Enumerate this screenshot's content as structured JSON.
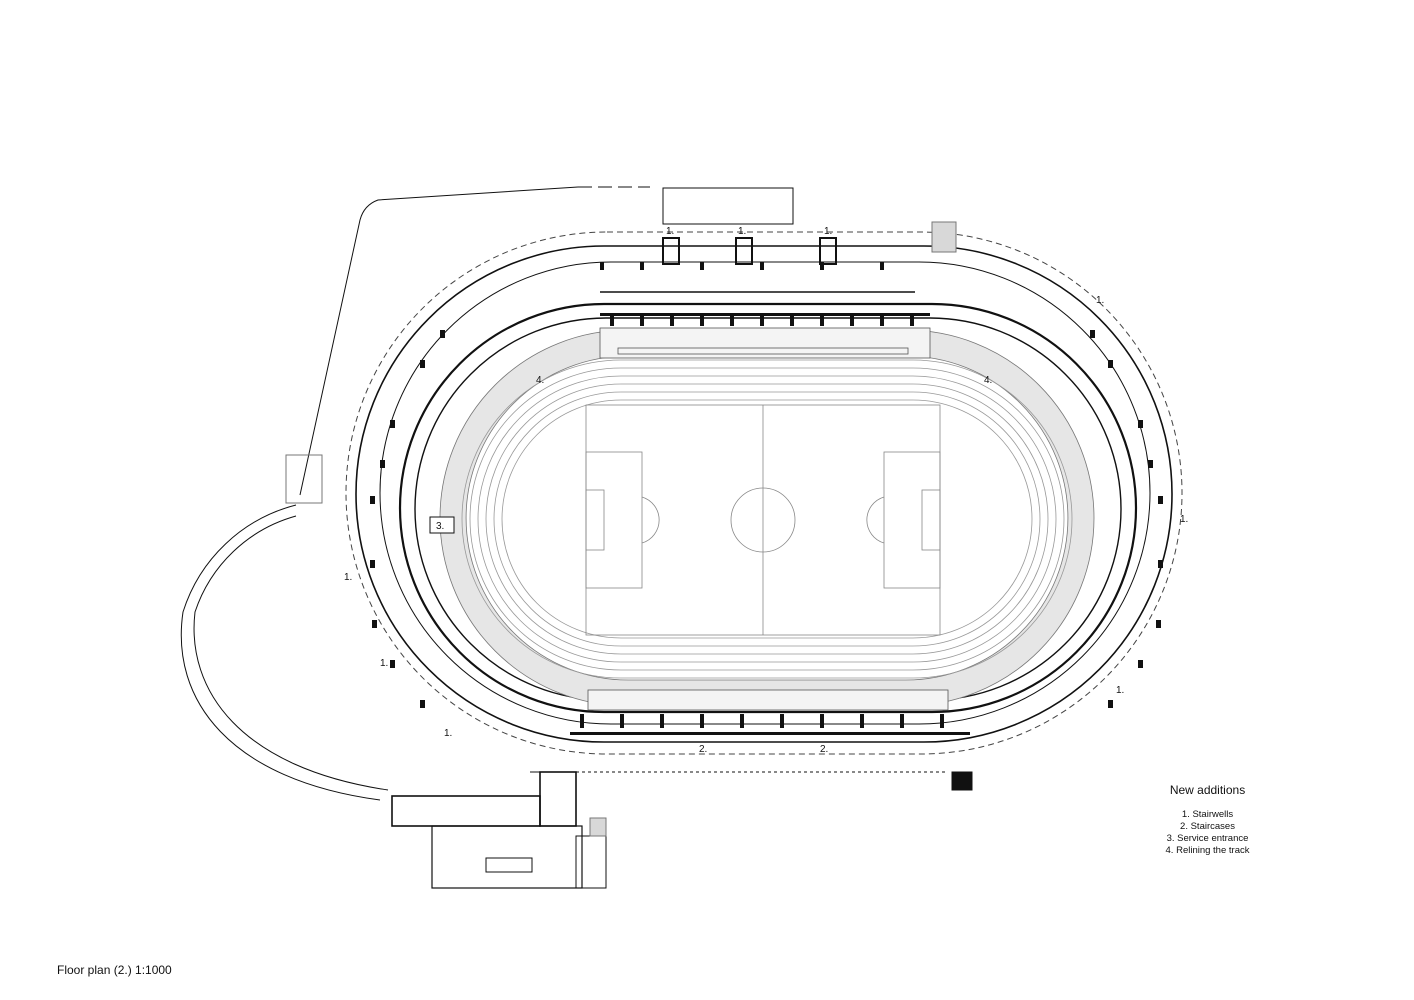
{
  "caption": "Floor plan (2.) 1:1000",
  "legend": {
    "title": "New additions",
    "items": [
      "1. Stairwells",
      "2. Staircases",
      "3. Service entrance",
      "4.  Relining the track"
    ]
  },
  "markers": {
    "stairwell": "1.",
    "staircase": "2.",
    "service_entrance": "3.",
    "relining": "4."
  },
  "colors": {
    "line": "#111111",
    "seating": "#e4e4e4",
    "background": "#ffffff"
  }
}
